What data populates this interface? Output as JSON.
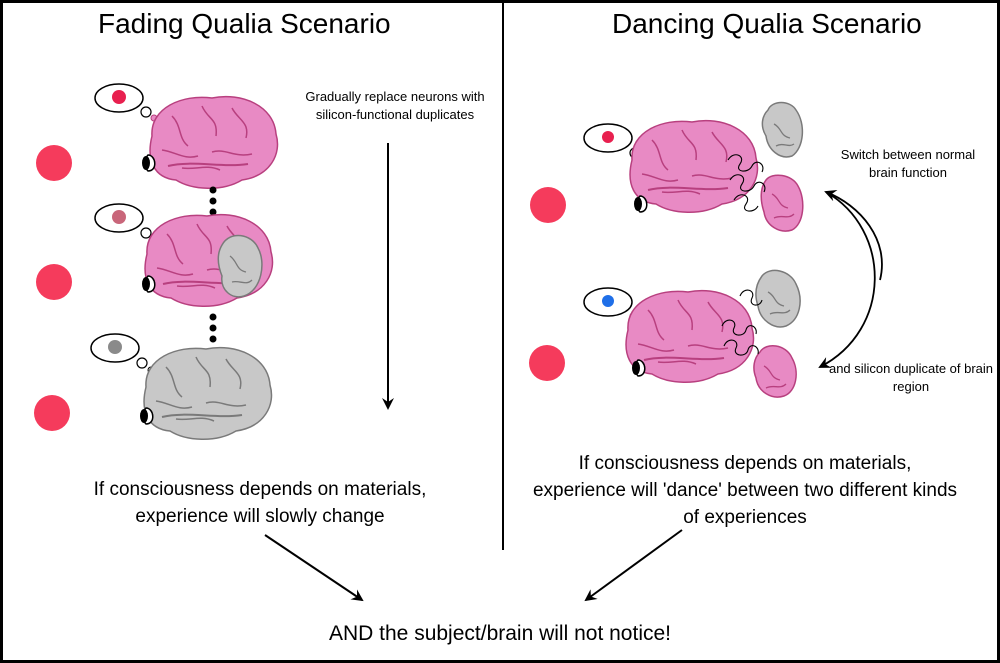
{
  "left": {
    "title": "Fading Qualia Scenario",
    "step_note": "Gradually replace neurons with silicon-functional duplicates",
    "caption": "If consciousness depends on materials, experience will slowly change"
  },
  "right": {
    "title": "Dancing Qualia Scenario",
    "switch_note_top": "Switch between normal brain function",
    "switch_note_bottom": "and silicon duplicate of brain region",
    "caption": "If consciousness depends on materials, experience will 'dance' between two different kinds of experiences"
  },
  "conclusion": "AND the subject/brain will not notice!",
  "colors": {
    "stimulus_red": "#f53b5c",
    "brain_pink": "#e88ac4",
    "brain_pink_dark": "#c2448f",
    "silicon_gray": "#c8c8c8",
    "silicon_gray_dark": "#7a7a7a",
    "quale_red": "#e8204f",
    "quale_faded": "#c9667a",
    "quale_gray": "#8a8a8a",
    "quale_blue": "#1f6fe8"
  }
}
